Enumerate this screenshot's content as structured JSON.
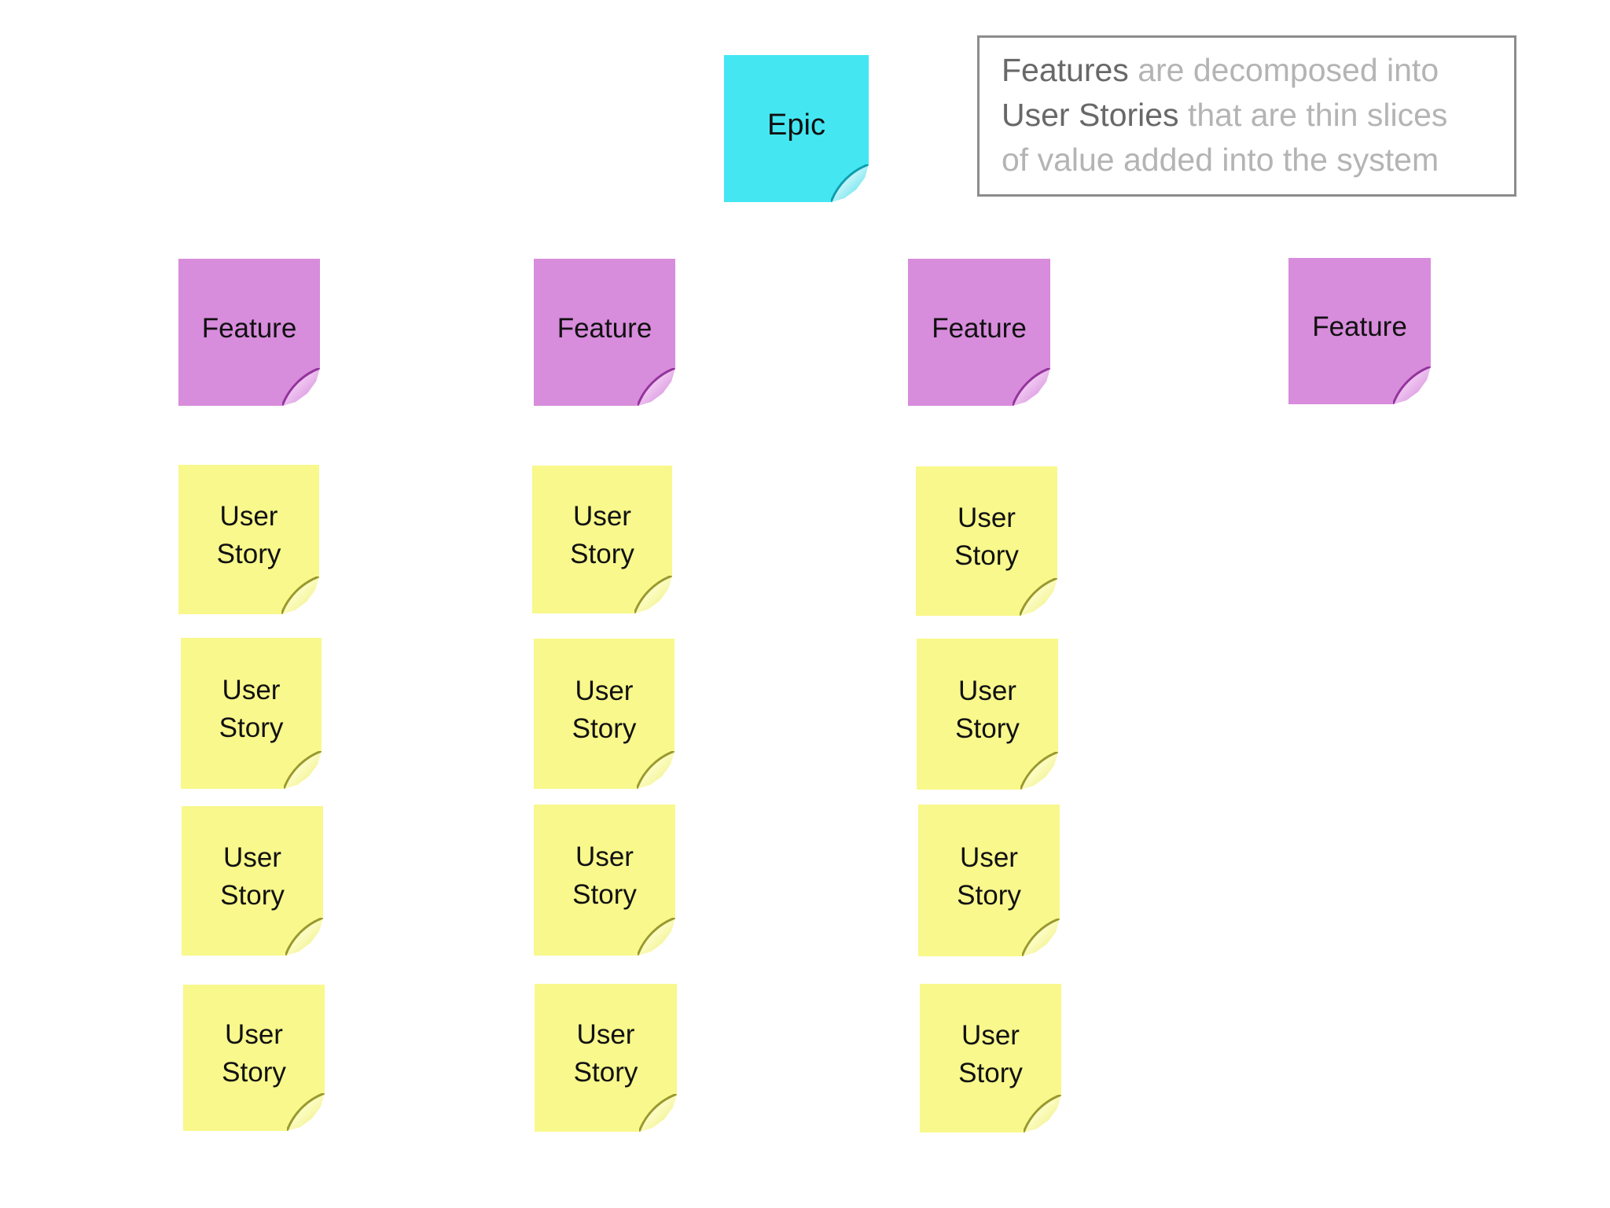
{
  "page": {
    "background": "#ffffff"
  },
  "legend": {
    "lines": [
      {
        "emphasis": "Features",
        "rest": " are decomposed into"
      },
      {
        "emphasis": "User Stories",
        "rest": " that are thin slices"
      },
      {
        "emphasis": "",
        "rest": "of value added into the system"
      }
    ]
  },
  "epic_note": {
    "label": "Epic"
  },
  "feature_notes": [
    {
      "label": "Feature"
    },
    {
      "label": "Feature"
    },
    {
      "label": "Feature"
    },
    {
      "label": "Feature"
    }
  ],
  "story_columns": [
    {
      "notes": [
        {
          "label": "User Story"
        },
        {
          "label": "User Story"
        },
        {
          "label": "User Story"
        },
        {
          "label": "User Story"
        }
      ]
    },
    {
      "notes": [
        {
          "label": "User Story"
        },
        {
          "label": "User Story"
        },
        {
          "label": "User Story"
        },
        {
          "label": "User Story"
        }
      ]
    },
    {
      "notes": [
        {
          "label": "User Story"
        },
        {
          "label": "User Story"
        },
        {
          "label": "User Story"
        },
        {
          "label": "User Story"
        }
      ]
    }
  ],
  "palette": {
    "epic_fill": "#44e7f1",
    "epic_edge": "#0e9dae",
    "feature_fill": "#d88cdc",
    "feature_edge": "#93349c",
    "story_fill": "#f8f88c",
    "story_edge": "#99992e",
    "legend_border": "#8c8c8c",
    "legend_emphasis": "#686868",
    "legend_muted": "#b4b4b4",
    "note_text": "#111111"
  }
}
